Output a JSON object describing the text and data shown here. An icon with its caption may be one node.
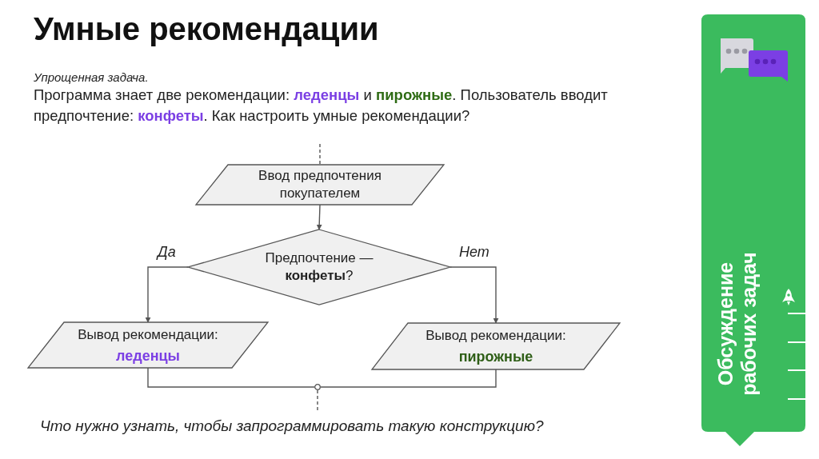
{
  "diagram": {
    "title": "Умные рекомендации",
    "caption": "Что нужно узнать, чтобы запрограммировать такую конструкцию?",
    "nodes": [
      {
        "text": [
          "Ввод предпочтения покупателем"
        ]
      },
      {
        "text": [
          "Предпочтение — **конфеты**?"
        ]
      },
      {
        "text": [
          "Вывод рекомендации:",
          "леденцы"
        ]
      },
      {
        "text": [
          "Вывод рекомендации:",
          "пирожные"
        ]
      },
      {
        "text": [],
        "shape": "circle"
      },
      {
        "text": [
          "Обсуждение рабочих задач"
        ]
      }
    ],
    "edges": [
      {
        "from": null,
        "to": 0,
        "arrow": "none",
        "style": "dashed"
      },
      {
        "from": 0,
        "to": 1,
        "arrow": "to"
      },
      {
        "from": 1,
        "to": 2,
        "arrow": "to",
        "label": "Да"
      },
      {
        "from": 1,
        "to": 3,
        "arrow": "to",
        "label": "Нет"
      },
      {
        "from": 2,
        "to": 4,
        "arrow": "none"
      },
      {
        "from": 3,
        "to": 4,
        "arrow": "none"
      },
      {
        "from": 4,
        "to": null,
        "arrow": "none",
        "style": "dashed"
      }
    ],
    "labels": [
      "Упрощенная задача.",
      "Программа знает две рекомендации: **леденцы** и **пирожные**. Пользователь вводит предпочтение: **конфеты**. Как настроить умные рекомендации?"
    ]
  }
}
